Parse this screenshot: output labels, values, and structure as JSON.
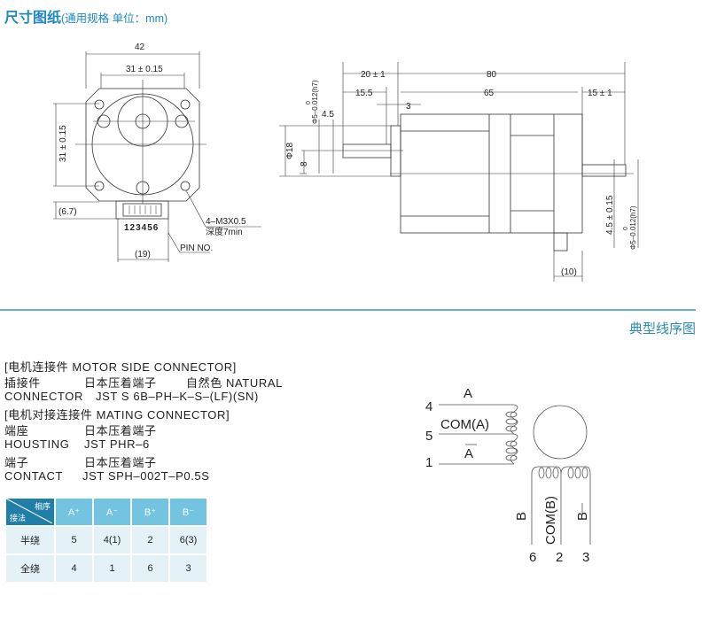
{
  "header": {
    "title": "尺寸图纸",
    "subtitle": "(通用规格 单位：mm)"
  },
  "front_view": {
    "square": "42",
    "hole_spacing_h": "31 ± 0.15",
    "hole_spacing_v": "31 ± 0.15",
    "offset": "(6.7)",
    "pins": "123456",
    "connector_width": "(19)",
    "screw": "4–M3X0.5",
    "depth": "深度7min",
    "pin_label": "PIN NO."
  },
  "side_view": {
    "total": "80",
    "gear_len": "20 ± 1",
    "shaft_len": "15.5",
    "body_len": "65",
    "rear_len": "15 ± 1",
    "step": "3",
    "dia18": "Φ18",
    "offset8": "8",
    "flat": "4.5",
    "shaft_dia_top": "0",
    "shaft_dia": "Φ5–0.012(h7)",
    "rear_flat": "4.5 ± 0.15",
    "rear_dia_top": "0",
    "rear_dia": "Φ5–0.012(h7)",
    "connector": "(10)"
  },
  "wiring_title": "典型线序图",
  "specs": [
    [
      "[电机连接件  MOTOR SIDE CONNECTOR]",
      "",
      ""
    ],
    [
      "插接件",
      "日本压着端子",
      "自然色 NATURAL"
    ],
    [
      "CONNECTOR",
      "JST S 6B–PH–K–S–(LF)(SN)",
      ""
    ],
    [
      "[电机对接连接件  MATING CONNECTOR]",
      "",
      ""
    ],
    [
      "端座",
      "日本压着端子",
      ""
    ],
    [
      "HOUSTING",
      "JST PHR–6",
      ""
    ],
    [
      "端子",
      "日本压着端子",
      ""
    ],
    [
      "CONTACT",
      "JST SPH–002T–P0.5S",
      ""
    ]
  ],
  "table": {
    "corner_top": "相序",
    "corner_bottom": "接法",
    "headers": [
      "A⁺",
      "A⁻",
      "B⁺",
      "B⁻"
    ],
    "rows": [
      {
        "label": "半绕",
        "values": [
          "5",
          "4(1)",
          "2",
          "6(3)"
        ]
      },
      {
        "label": "全绕",
        "values": [
          "4",
          "1",
          "6",
          "3"
        ]
      }
    ]
  },
  "wiring": {
    "A": "A",
    "com_a": "COM(A)",
    "a_bar": "A",
    "pin4": "4",
    "pin5": "5",
    "pin1": "1",
    "B": "B",
    "com_b": "COM(B)",
    "b_bar": "B",
    "pin6": "6",
    "pin2": "2",
    "pin3": "3"
  },
  "colors": {
    "accent": "#1e88c0",
    "table_header": "#72c4e1",
    "table_corner": "#1f7fa8",
    "table_body": "#e4f2f8"
  }
}
